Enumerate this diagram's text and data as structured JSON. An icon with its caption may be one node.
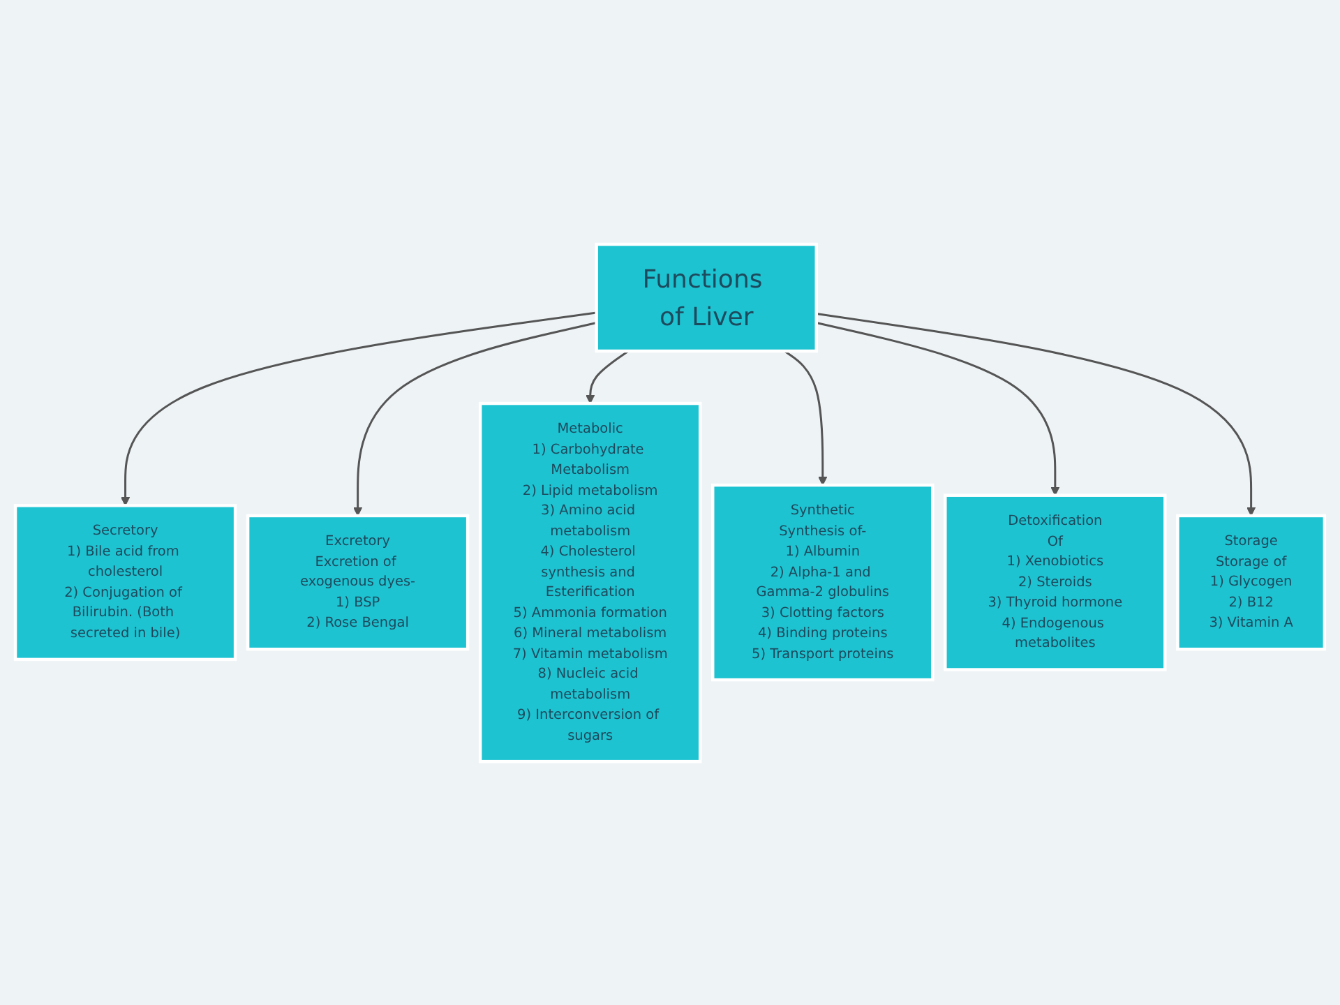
{
  "diagram": {
    "nodes": [
      {
        "text": [
          "Functions of Liver"
        ]
      },
      {
        "text": [
          "Secretory",
          "1) Bile acid from cholesterol",
          "2) Conjugation of Bilirubin. (Both secreted in bile)"
        ]
      },
      {
        "text": [
          "Excretory",
          "Excretion of exogenous dyes-",
          "1) BSP",
          "2) Rose Bengal"
        ]
      },
      {
        "text": [
          "Metabolic",
          "1) Carbohydrate Metabolism",
          "2) Lipid metabolism",
          "3) Amino acid metabolism",
          "4) Cholesterol synthesis and Esterification",
          "5) Ammonia formation",
          "6) Mineral metabolism",
          "7) Vitamin metabolism",
          "8) Nucleic acid metabolism",
          "9) Interconversion of sugars"
        ]
      },
      {
        "text": [
          "Synthetic",
          "Synthesis of-",
          "1) Albumin",
          "2) Alpha-1 and Gamma-2 globulins",
          "3) Clotting factors",
          "4) Binding proteins",
          "5) Transport proteins"
        ]
      },
      {
        "text": [
          "Detoxification",
          "Of",
          "1) Xenobiotics",
          "2) Steroids",
          "3) Thyroid hormone",
          "4) Endogenous metabolites"
        ]
      },
      {
        "text": [
          "Storage",
          "Storage of",
          "1) Glycogen",
          "2) B12",
          "3) Vitamin A"
        ]
      }
    ],
    "edges": [
      {
        "from": 0,
        "to": 1,
        "arrow": "to"
      },
      {
        "from": 0,
        "to": 2,
        "arrow": "to"
      },
      {
        "from": 0,
        "to": 3,
        "arrow": "to"
      },
      {
        "from": 0,
        "to": 4,
        "arrow": "to"
      },
      {
        "from": 0,
        "to": 5,
        "arrow": "to"
      },
      {
        "from": 0,
        "to": 6,
        "arrow": "to"
      }
    ]
  }
}
